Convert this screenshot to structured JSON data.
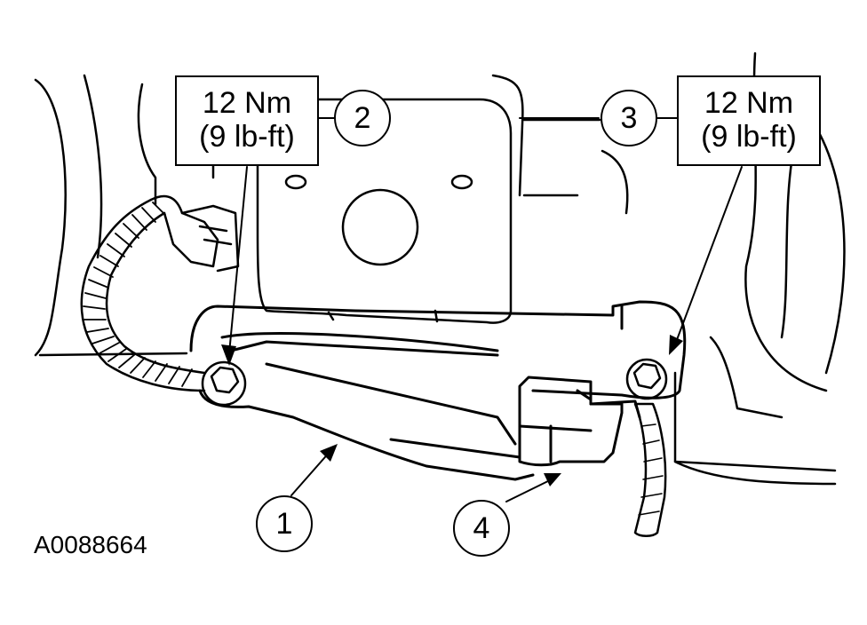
{
  "figure_id": "A0088664",
  "callouts": [
    {
      "number": "1"
    },
    {
      "number": "2"
    },
    {
      "number": "3"
    },
    {
      "number": "4"
    }
  ],
  "torque_labels": [
    {
      "nm": "12 Nm",
      "lbft": "(9 lb-ft)"
    },
    {
      "nm": "12 Nm",
      "lbft": "(9 lb-ft)"
    }
  ],
  "colors": {
    "line": "#000000",
    "background": "#ffffff"
  }
}
